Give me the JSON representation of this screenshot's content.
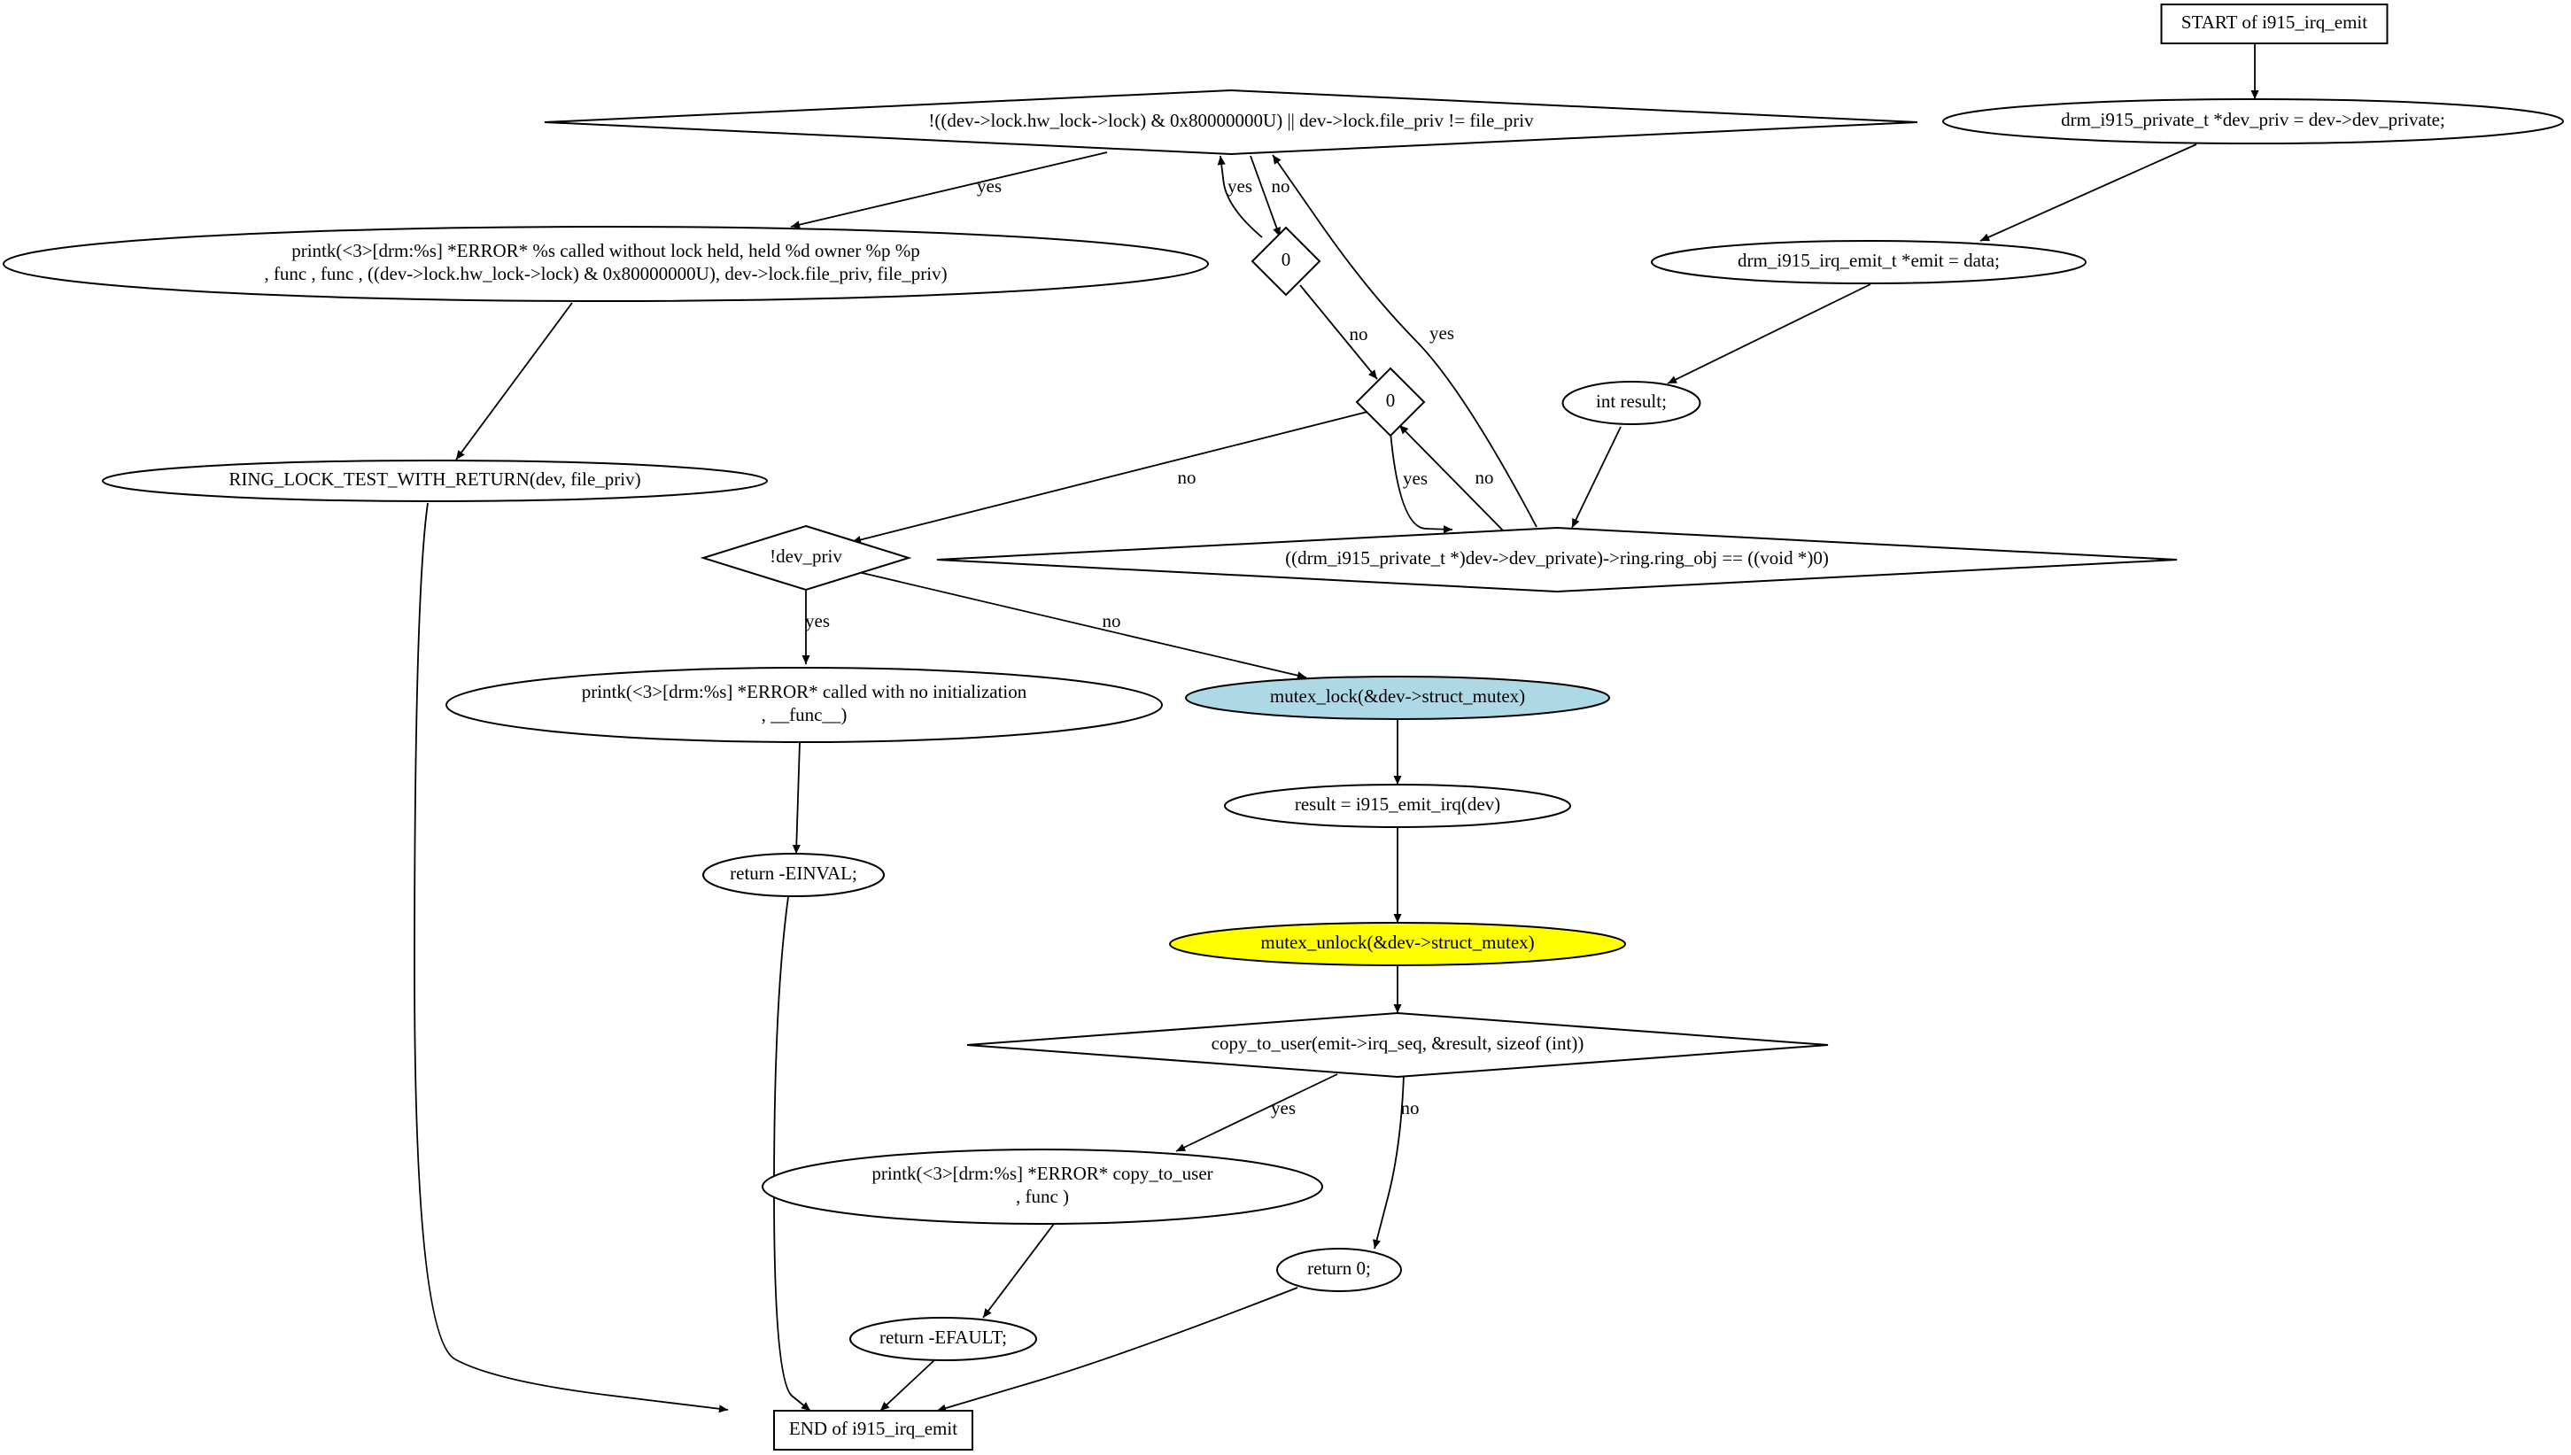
{
  "diagram": {
    "type": "flowchart",
    "nodes": [
      {
        "id": "start",
        "shape": "box",
        "lines": [
          "START of i915_irq_emit"
        ]
      },
      {
        "id": "dev_priv_decl",
        "shape": "ellipse",
        "lines": [
          "drm_i915_private_t *dev_priv = dev->dev_private;"
        ]
      },
      {
        "id": "emit_decl",
        "shape": "ellipse",
        "lines": [
          "drm_i915_irq_emit_t *emit = data;"
        ]
      },
      {
        "id": "result_decl",
        "shape": "ellipse",
        "lines": [
          "int result;"
        ]
      },
      {
        "id": "lock_check",
        "shape": "diamond",
        "lines": [
          "!((dev->lock.hw_lock->lock) & 0x80000000U) || dev->lock.file_priv != file_priv"
        ]
      },
      {
        "id": "zero_a",
        "shape": "diamond",
        "lines": [
          "0"
        ]
      },
      {
        "id": "zero_b",
        "shape": "diamond",
        "lines": [
          "0"
        ]
      },
      {
        "id": "ring_check",
        "shape": "diamond",
        "lines": [
          "((drm_i915_private_t *)dev->dev_private)->ring.ring_obj == ((void *)0)"
        ]
      },
      {
        "id": "lock_error",
        "shape": "ellipse",
        "lines": [
          "printk(<3>[drm:%s] *ERROR* %s called without lock held, held  %d owner %p %p",
          ",      func     ,      func    , ((dev->lock.hw_lock->lock) & 0x80000000U), dev->lock.file_priv, file_priv)"
        ]
      },
      {
        "id": "ring_lock_test",
        "shape": "ellipse",
        "lines": [
          "RING_LOCK_TEST_WITH_RETURN(dev, file_priv)"
        ]
      },
      {
        "id": "dev_priv_check",
        "shape": "diamond",
        "lines": [
          "!dev_priv"
        ]
      },
      {
        "id": "init_error",
        "shape": "ellipse",
        "lines": [
          "printk(<3>[drm:%s] *ERROR* called with no initialization",
          ", __func__)"
        ]
      },
      {
        "id": "return_einval",
        "shape": "ellipse",
        "lines": [
          "return -EINVAL;"
        ]
      },
      {
        "id": "mutex_lock",
        "shape": "ellipse",
        "fill": "#add8e6",
        "lines": [
          "mutex_lock(&dev->struct_mutex)"
        ]
      },
      {
        "id": "result_assign",
        "shape": "ellipse",
        "lines": [
          "result = i915_emit_irq(dev)"
        ]
      },
      {
        "id": "mutex_unlock",
        "shape": "ellipse",
        "fill": "#ffff00",
        "lines": [
          "mutex_unlock(&dev->struct_mutex)"
        ]
      },
      {
        "id": "copy_check",
        "shape": "diamond",
        "lines": [
          "copy_to_user(emit->irq_seq, &result, sizeof (int))"
        ]
      },
      {
        "id": "copy_error",
        "shape": "ellipse",
        "lines": [
          "printk(<3>[drm:%s] *ERROR* copy_to_user",
          ",      func     )"
        ]
      },
      {
        "id": "return_efault",
        "shape": "ellipse",
        "lines": [
          "return -EFAULT;"
        ]
      },
      {
        "id": "return_zero",
        "shape": "ellipse",
        "lines": [
          "return 0;"
        ]
      },
      {
        "id": "end",
        "shape": "box",
        "lines": [
          "END of i915_irq_emit"
        ]
      }
    ],
    "edges": [
      {
        "from": "start",
        "to": "dev_priv_decl",
        "label": ""
      },
      {
        "from": "dev_priv_decl",
        "to": "emit_decl",
        "label": ""
      },
      {
        "from": "emit_decl",
        "to": "result_decl",
        "label": ""
      },
      {
        "from": "result_decl",
        "to": "ring_check",
        "label": ""
      },
      {
        "from": "ring_check",
        "to": "zero_b",
        "label": "no"
      },
      {
        "from": "ring_check",
        "to": "lock_check",
        "label": "yes"
      },
      {
        "from": "zero_b",
        "to": "ring_check",
        "label": "yes"
      },
      {
        "from": "zero_b",
        "to": "dev_priv_check",
        "label": "no"
      },
      {
        "from": "lock_check",
        "to": "zero_a",
        "label": "no"
      },
      {
        "from": "lock_check",
        "to": "lock_error",
        "label": "yes"
      },
      {
        "from": "zero_a",
        "to": "lock_check",
        "label": "yes"
      },
      {
        "from": "zero_a",
        "to": "zero_b",
        "label": "no"
      },
      {
        "from": "lock_error",
        "to": "ring_lock_test",
        "label": ""
      },
      {
        "from": "ring_lock_test",
        "to": "end",
        "label": ""
      },
      {
        "from": "dev_priv_check",
        "to": "init_error",
        "label": "yes"
      },
      {
        "from": "dev_priv_check",
        "to": "mutex_lock",
        "label": "no"
      },
      {
        "from": "init_error",
        "to": "return_einval",
        "label": ""
      },
      {
        "from": "return_einval",
        "to": "end",
        "label": ""
      },
      {
        "from": "mutex_lock",
        "to": "result_assign",
        "label": ""
      },
      {
        "from": "result_assign",
        "to": "mutex_unlock",
        "label": ""
      },
      {
        "from": "mutex_unlock",
        "to": "copy_check",
        "label": ""
      },
      {
        "from": "copy_check",
        "to": "copy_error",
        "label": "yes"
      },
      {
        "from": "copy_check",
        "to": "return_zero",
        "label": "no"
      },
      {
        "from": "copy_error",
        "to": "return_efault",
        "label": ""
      },
      {
        "from": "return_efault",
        "to": "end",
        "label": ""
      },
      {
        "from": "return_zero",
        "to": "end",
        "label": ""
      }
    ]
  }
}
